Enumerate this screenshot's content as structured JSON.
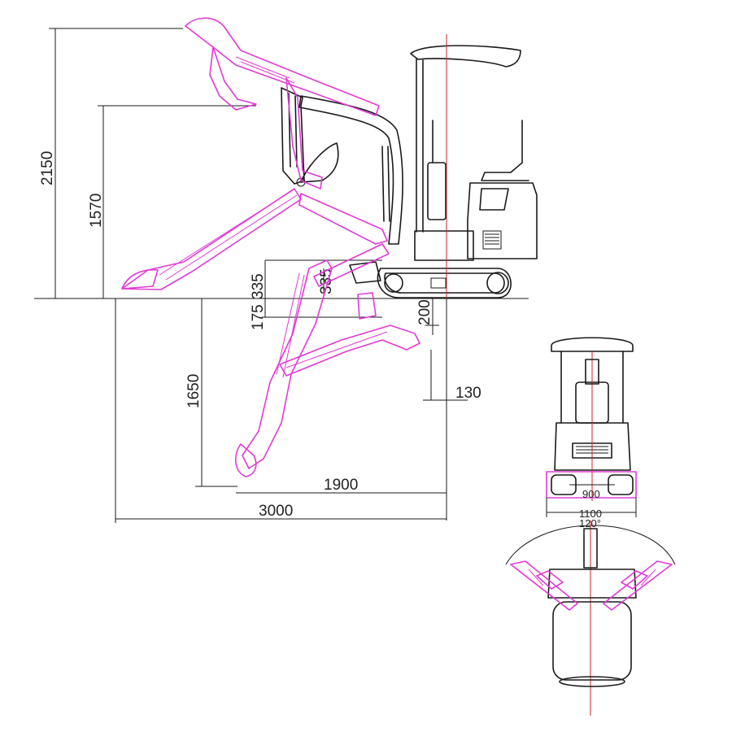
{
  "diagram": {
    "colors": {
      "outline": "#1a1a1a",
      "boom_positions": "#e23ad6",
      "centerline": "#d0202a",
      "background": "#ffffff"
    },
    "dimensions": {
      "max_dig_height": "2150",
      "max_dump_height": "1570",
      "blade_lift_a": "335",
      "blade_lift_b": "335",
      "blade_depth": "175",
      "blade_offset": "200",
      "rear_offset": "130",
      "max_dig_depth": "1650",
      "reach_at_depth": "1900",
      "max_reach": "3000",
      "track_gauge": "900",
      "overall_width": "1100",
      "swing_angle": "120°"
    }
  }
}
